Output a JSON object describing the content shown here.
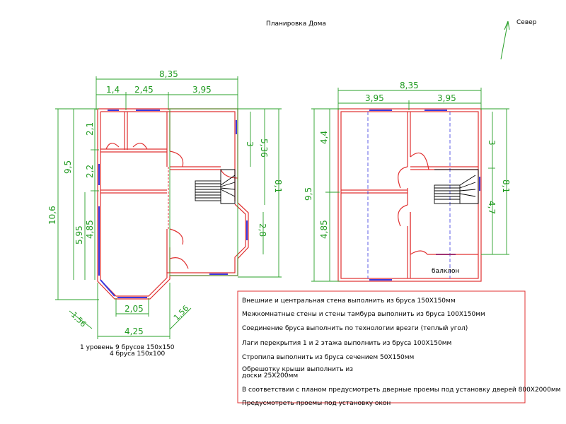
{
  "title": "Планировка Дома",
  "north_label": "Север",
  "floor1": {
    "dim_total_width": "8,35",
    "dim_segments_top": [
      "1,4",
      "2,45",
      "3,95"
    ],
    "dim_left_total": "10,6",
    "dim_left_mid": "9,5",
    "dim_left_lower": "5,95",
    "dim_left_rooms": [
      "2,1",
      "2,2",
      "4,85"
    ],
    "dim_right_3": "3",
    "dim_right_536": "5,36",
    "dim_right_81": "8,1",
    "dim_right_28": "2,8",
    "dim_bay_205": "2,05",
    "dim_bay_425": "4,25",
    "dim_bay_left": "1,56",
    "dim_bay_right": "1,56"
  },
  "floor2": {
    "dim_total_width": "8,35",
    "dim_segments_top": [
      "3,95",
      "3,95"
    ],
    "dim_left_95": "9,5",
    "dim_left_44": "4,4",
    "dim_left_485": "4,85",
    "dim_right_3": "3",
    "dim_right_47": "4,7",
    "dim_right_81": "8,1",
    "balcony_label": "балклон"
  },
  "beam_note": {
    "line1": "1 уровень 9 брусов 150х150",
    "line2": "4 бруса 150х100"
  },
  "notes": [
    "Внешние и центральная стена выполнить из бруса 150Х150мм",
    "Межкомнатные стены и стены тамбура выполнить из бруса 100Х150мм",
    "Соединение бруса выполнить по технологии врезги (теплый угол)",
    "Лаги перекрытия 1 и 2 этажа выполнить из бруса 100Х150мм",
    "Стропила выполнить из бруса сечением 50Х150мм",
    "Обрешотку крыши выполнить из",
    "доски 25Х200мм",
    "В соответствии с планом предусмотреть дверные проемы под установку дверей 800Х2000мм",
    "Предусмотреть проемы под установку окон"
  ],
  "colors": {
    "walls": "#e03030",
    "windows": "#3838e0",
    "dimensions": "#1f9a1f",
    "notes_frame": "#e03030"
  }
}
